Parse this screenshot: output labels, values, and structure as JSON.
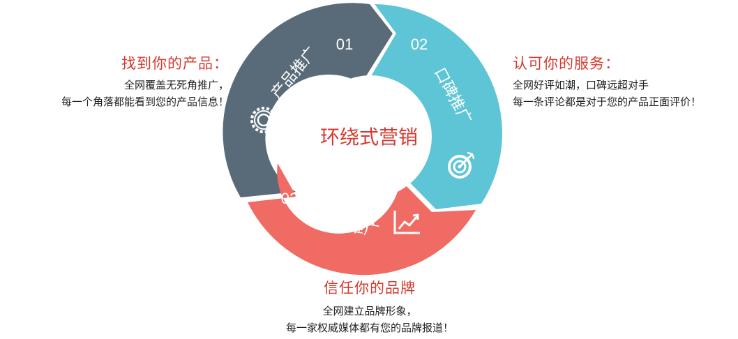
{
  "center_label": "环绕式营销",
  "segments": [
    {
      "number": "01",
      "label": "产品推广",
      "color": "#596b79",
      "icon": "gear-icon"
    },
    {
      "number": "02",
      "label": "口碑推广",
      "color": "#5ec5d6",
      "icon": "target-icon"
    },
    {
      "number": "03",
      "label": "品牌推广",
      "color": "#f06b63",
      "icon": "growth-chart-icon"
    }
  ],
  "captions": {
    "left": {
      "title": "找到你的产品：",
      "lines": [
        "全网覆盖无死角推广，",
        "每一个角落都能看到您的产品信息！"
      ]
    },
    "right": {
      "title": "认可你的服务：",
      "lines": [
        "全网好评如潮，口碑远超对手",
        "每一条评论都是对于您的产品正面评价！"
      ]
    },
    "bottom": {
      "title": "信任你的品牌",
      "lines": [
        "全网建立品牌形象，",
        "每一家权威媒体都有您的品牌报道！"
      ]
    }
  },
  "colors": {
    "accent_text": "#d63a2f",
    "body_text": "#222222"
  }
}
